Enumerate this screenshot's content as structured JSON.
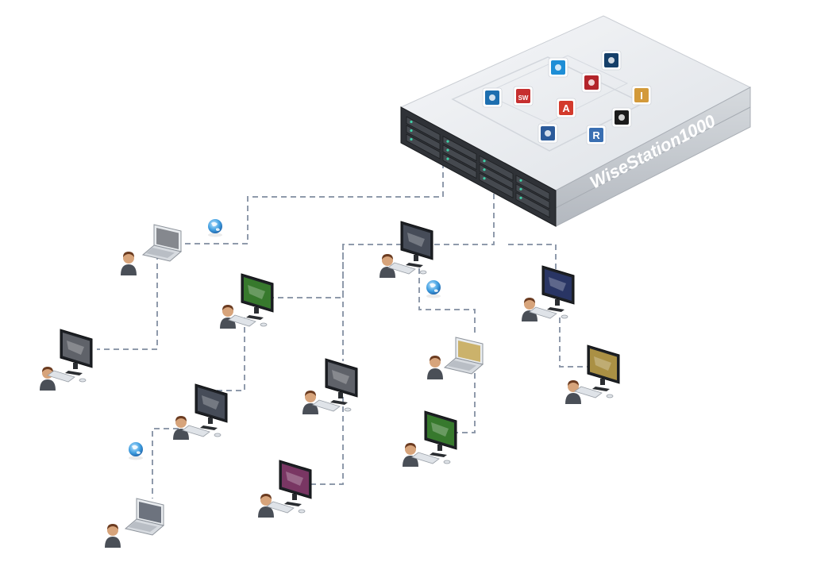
{
  "server": {
    "name": "WiseStation1000",
    "apps": [
      {
        "icon": "autodesk-maya-icon",
        "letter": "",
        "color": "#1d6fb0"
      },
      {
        "icon": "solidworks-icon",
        "letter": "SW",
        "color": "#c62f2f"
      },
      {
        "icon": "autocad-icon",
        "letter": "A",
        "color": "#d33a2c"
      },
      {
        "icon": "blue-square-app-icon",
        "letter": "",
        "color": "#1e8ed6"
      },
      {
        "icon": "circles-app-icon",
        "letter": "",
        "color": "#b3242a"
      },
      {
        "icon": "network-cross-app-icon",
        "letter": "",
        "color": "#153f69"
      },
      {
        "icon": "inventor-icon",
        "letter": "I",
        "color": "#d39a3a"
      },
      {
        "icon": "catia-icon",
        "letter": "",
        "color": "#1b1b1b"
      },
      {
        "icon": "revit-icon",
        "letter": "R",
        "color": "#3a6fb2"
      },
      {
        "icon": "globe-app-icon",
        "letter": "",
        "color": "#2b5a9a"
      }
    ]
  },
  "colors": {
    "connector": "#8f9aab",
    "chassis_top": "#eceff3",
    "chassis_front": "#3a3d42",
    "chassis_side": "#c8ccd2",
    "user_head": "#d7a47b",
    "user_hair": "#6b3b20",
    "user_body": "#4a4f57"
  }
}
